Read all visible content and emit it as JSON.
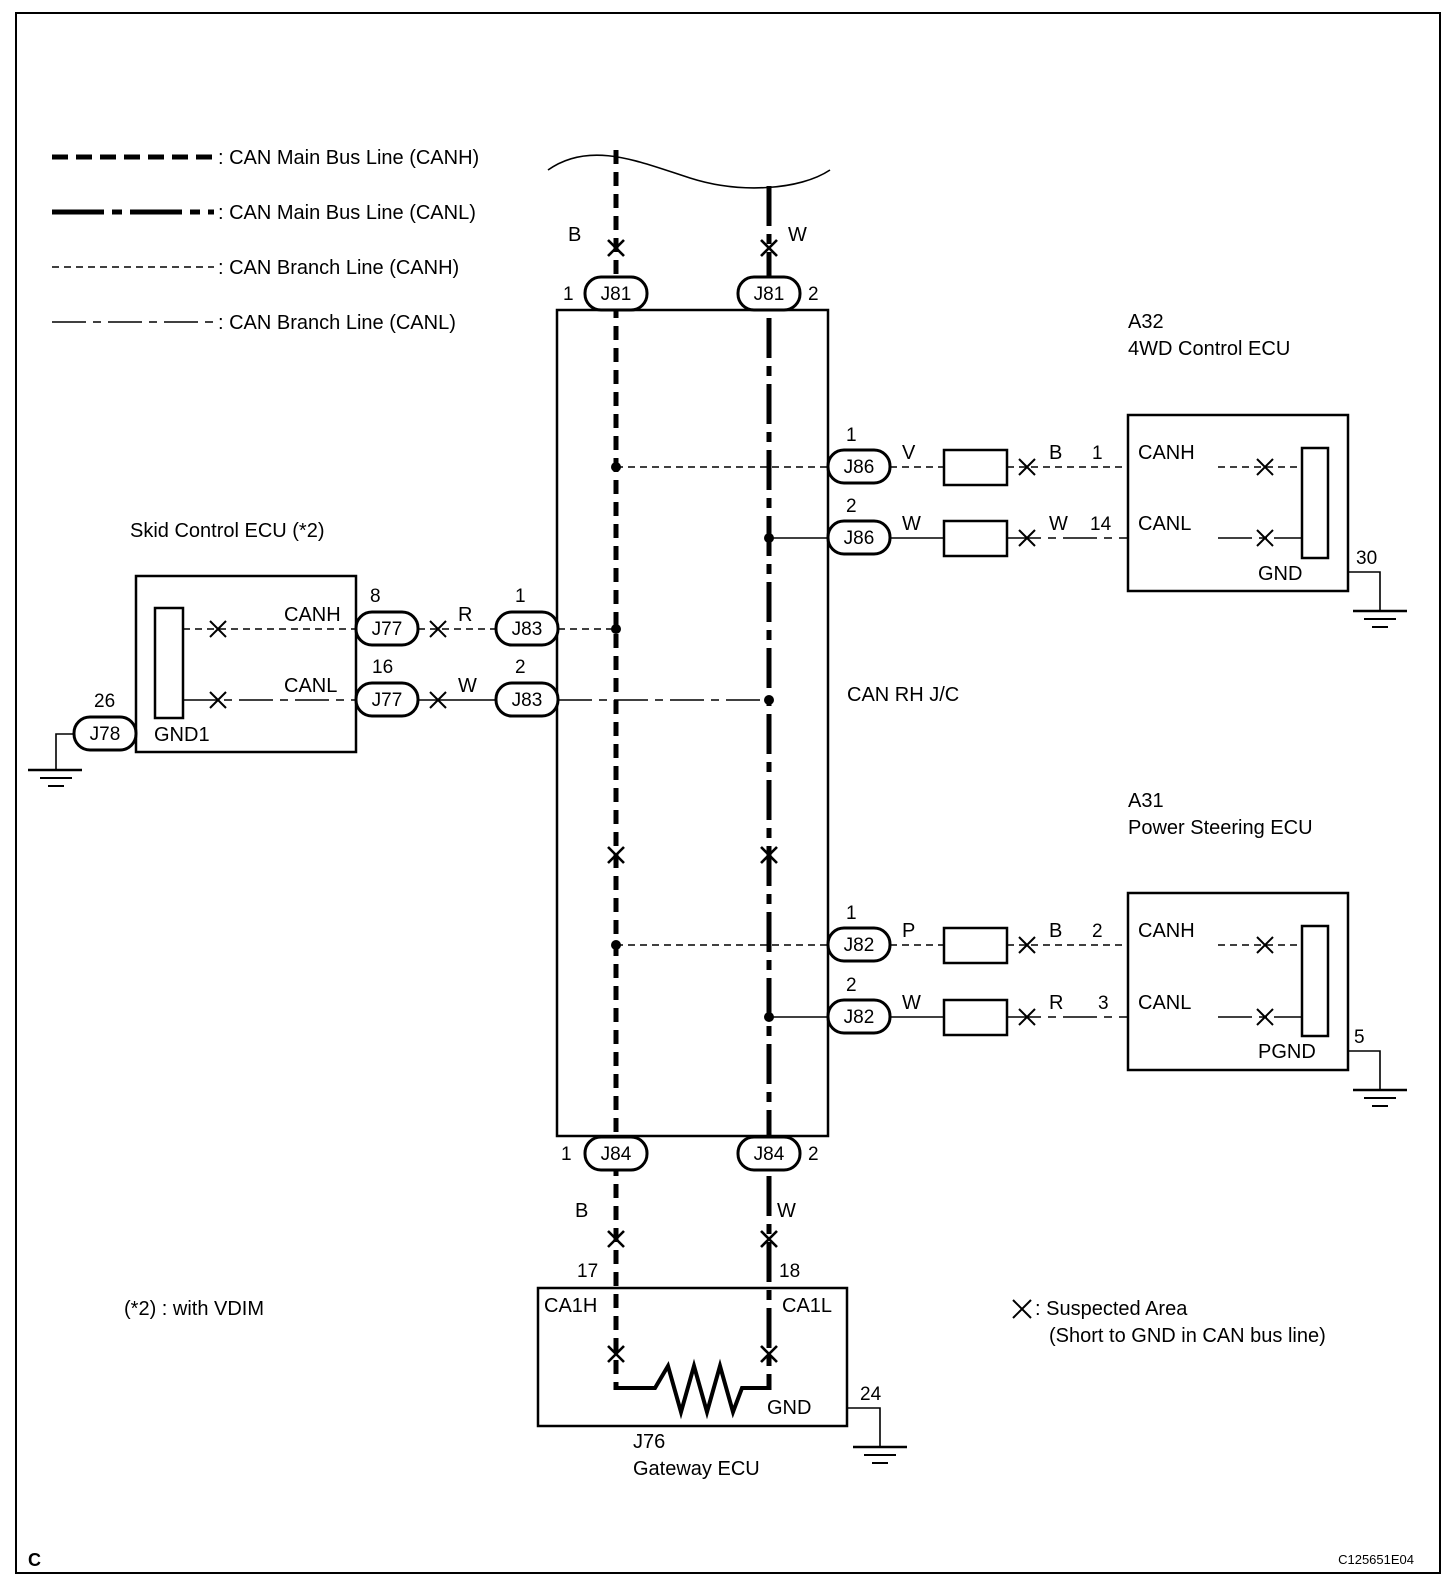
{
  "legend": {
    "main_canh": ": CAN Main Bus Line (CANH)",
    "main_canl": ": CAN Main Bus Line (CANL)",
    "branch_canh": ": CAN Branch Line (CANH)",
    "branch_canl": ": CAN Branch Line (CANL)"
  },
  "junction": {
    "name": "CAN RH J/C",
    "top_connector": "J81",
    "top_pin_left": "1",
    "top_pin_right": "2",
    "bottom_connector": "J84",
    "bottom_pin_left": "1",
    "bottom_pin_right": "2",
    "top_wire_left": "B",
    "top_wire_right": "W",
    "bottom_wire_left": "B",
    "bottom_wire_right": "W"
  },
  "ecu_4wd": {
    "code": "A32",
    "name": "4WD Control ECU",
    "canh": "CANH",
    "canl": "CANL",
    "gnd": "GND",
    "gnd_pin": "30",
    "canh_conn": "J86",
    "canh_conn_pin": "1",
    "canh_wire_in": "V",
    "canh_wire_out": "B",
    "canh_pin": "1",
    "canl_conn": "J86",
    "canl_conn_pin": "2",
    "canl_wire_in": "W",
    "canl_wire_out": "W",
    "canl_pin": "14"
  },
  "ecu_ps": {
    "code": "A31",
    "name": "Power Steering ECU",
    "canh": "CANH",
    "canl": "CANL",
    "gnd": "PGND",
    "gnd_pin": "5",
    "canh_conn": "J82",
    "canh_conn_pin": "1",
    "canh_wire_in": "P",
    "canh_wire_out": "B",
    "canh_pin": "2",
    "canl_conn": "J82",
    "canl_conn_pin": "2",
    "canl_wire_in": "W",
    "canl_wire_out": "R",
    "canl_pin": "3"
  },
  "ecu_skid": {
    "name": "Skid Control ECU (*2)",
    "canh": "CANH",
    "canl": "CANL",
    "gnd": "GND1",
    "gnd_conn": "J78",
    "gnd_pin": "26",
    "canh_conn": "J77",
    "canh_pin": "8",
    "canh_wire": "R",
    "canh_jc_conn": "J83",
    "canh_jc_pin": "1",
    "canl_conn": "J77",
    "canl_pin": "16",
    "canl_wire": "W",
    "canl_jc_conn": "J83",
    "canl_jc_pin": "2"
  },
  "gateway": {
    "code": "J76",
    "name": "Gateway ECU",
    "ca1h": "CA1H",
    "ca1l": "CA1L",
    "gnd": "GND",
    "ca1h_pin": "17",
    "ca1l_pin": "18",
    "gnd_pin": "24"
  },
  "notes": {
    "vdim": "(*2) : with VDIM",
    "suspected_1": ": Suspected Area",
    "suspected_2": "(Short to GND in CAN bus line)"
  },
  "footer": {
    "corner": "C",
    "figure_id": "C125651E04"
  }
}
